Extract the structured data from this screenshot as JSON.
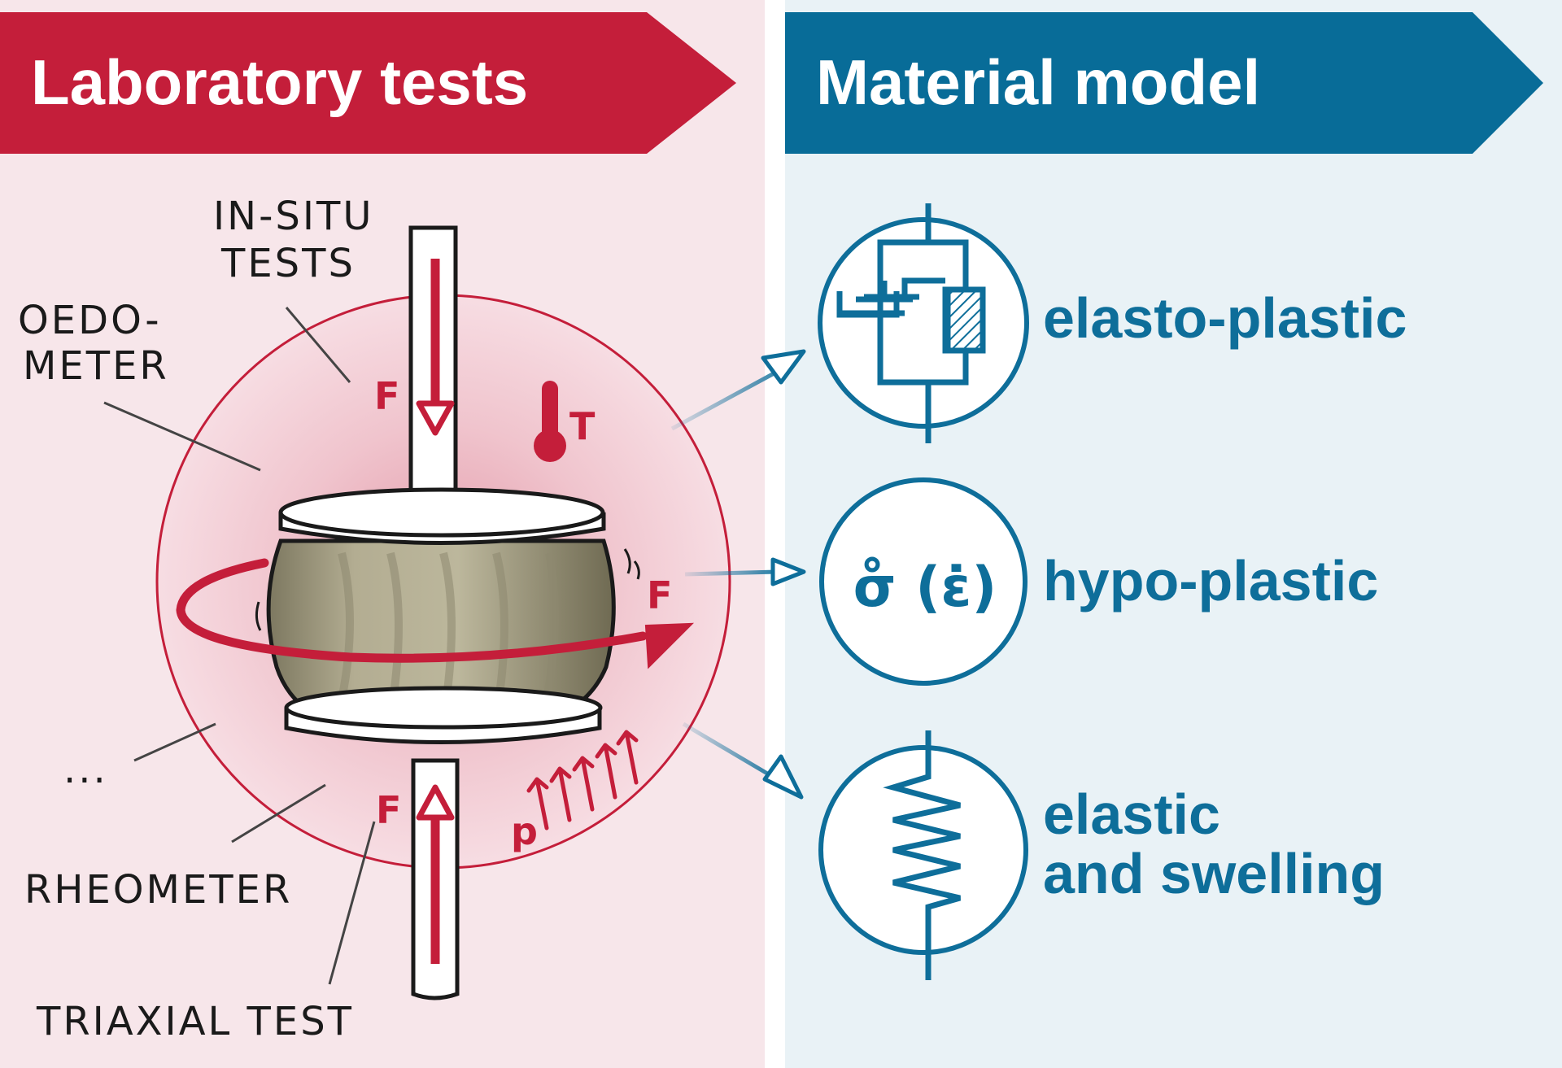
{
  "header": {
    "left_title": "Laboratory tests",
    "right_title": "Material model"
  },
  "tests": {
    "in_situ_line1": "IN-SITU",
    "in_situ_line2": "TESTS",
    "oedometer_line1": "OEDO-",
    "oedometer_line2": "METER",
    "ellipsis": "...",
    "rheometer": "RHEOMETER",
    "triaxial": "TRIAXIAL TEST"
  },
  "symbols": {
    "force_top": "F",
    "force_side": "F",
    "force_bottom": "F",
    "temperature": "T",
    "pressure": "p"
  },
  "models": {
    "elasto_plastic": "elasto-plastic",
    "hypo_formula": "σ̊ (ε̇)",
    "hypo_plastic": "hypo-plastic",
    "elastic_line1": "elastic",
    "elastic_line2": "and swelling"
  },
  "colors": {
    "lab_red": "#c41e3a",
    "model_blue": "#0e6e9a",
    "left_bg": "#f7e6ea",
    "right_bg": "#e9f2f6"
  }
}
